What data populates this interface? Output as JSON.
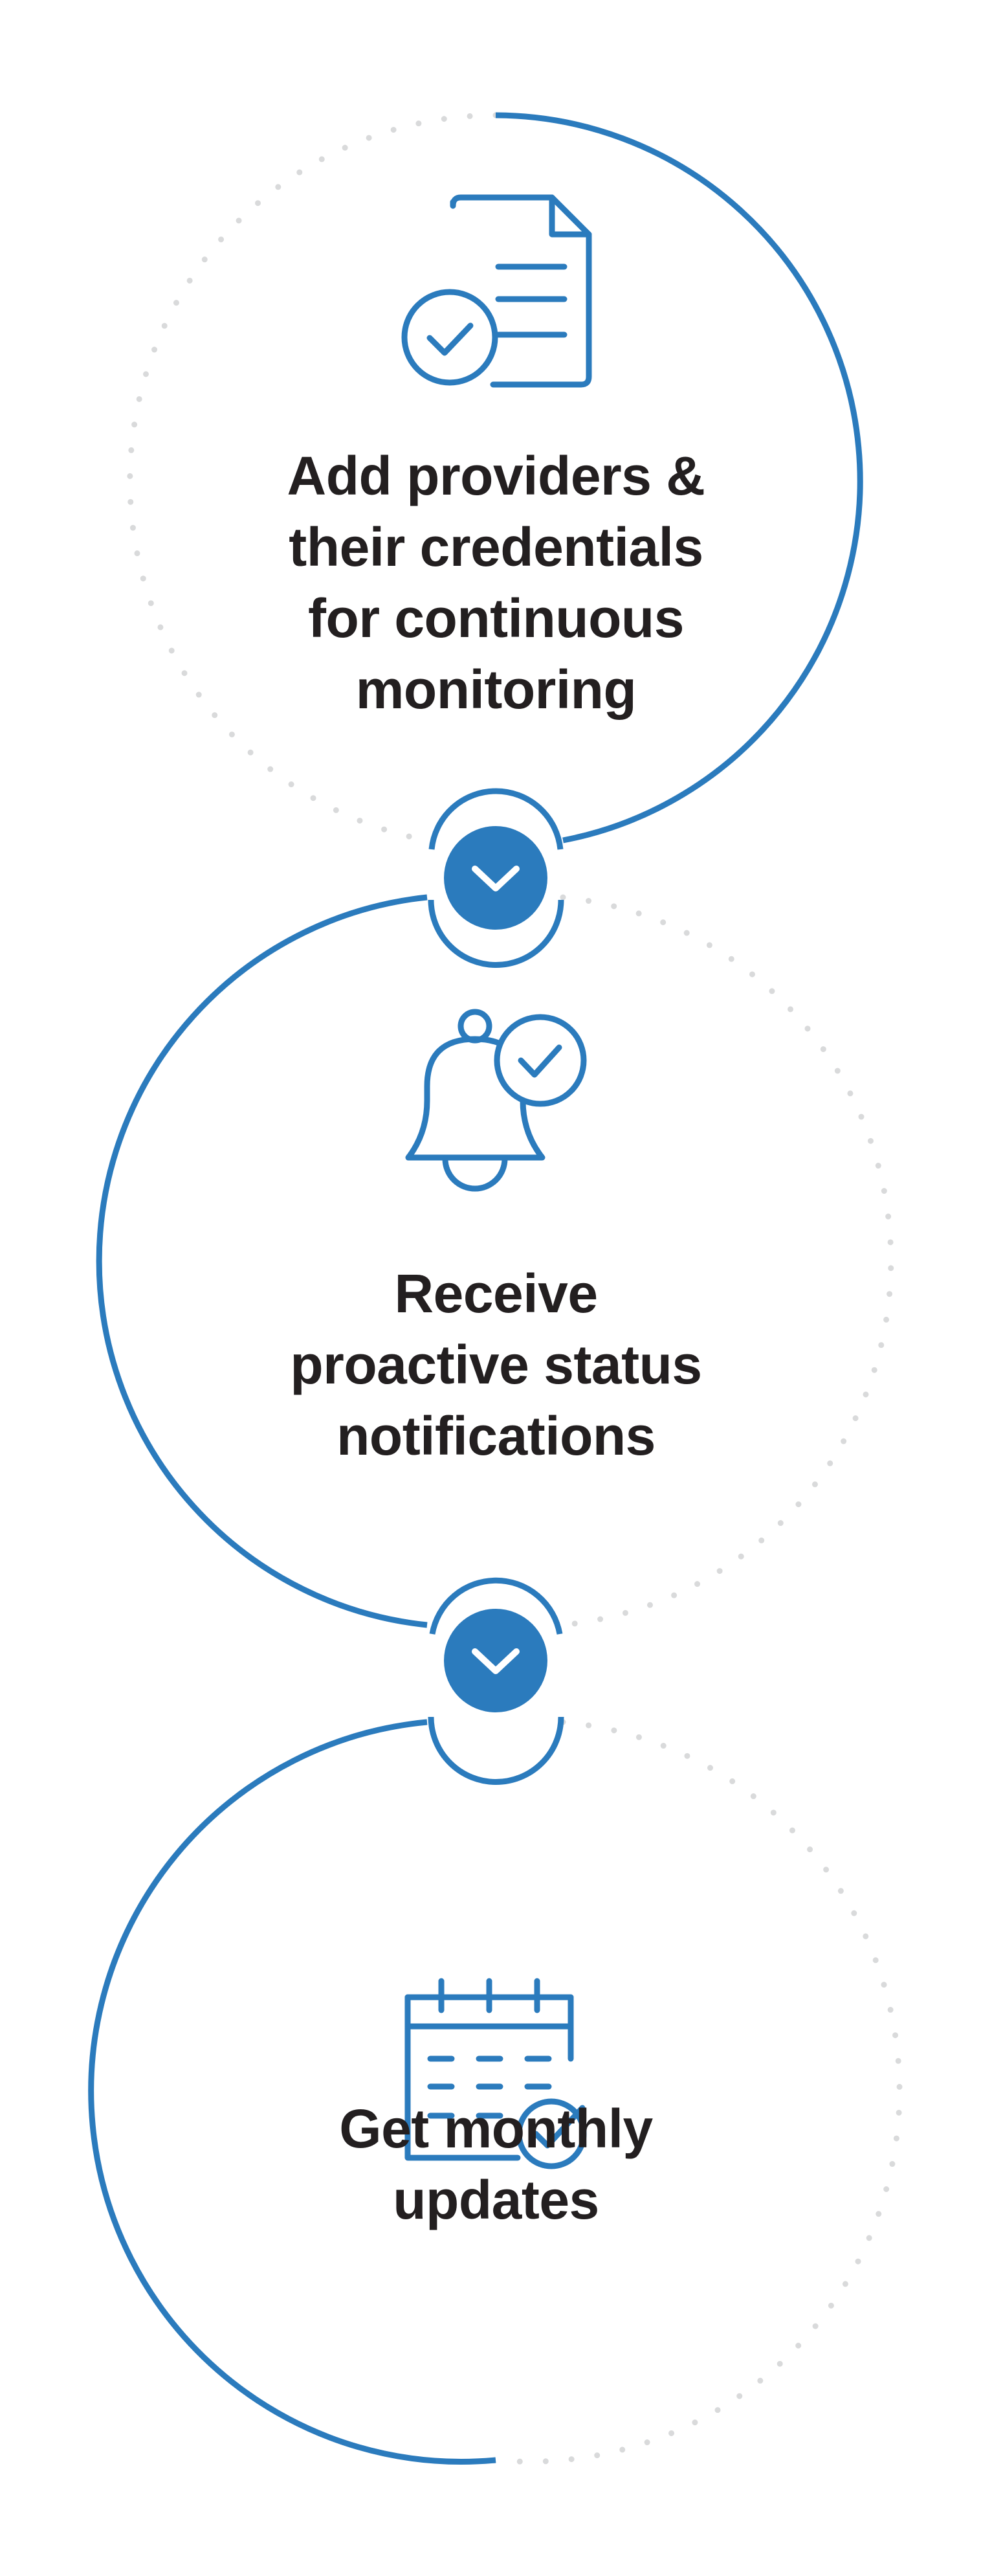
{
  "colors": {
    "accent": "#2b7bbd",
    "dots": "#d9dadb",
    "text": "#231f20",
    "background": "#ffffff"
  },
  "steps": [
    {
      "icon": "document-check-icon",
      "lines": [
        "Add providers &",
        "their credentials",
        "for continuous",
        "monitoring"
      ]
    },
    {
      "icon": "bell-check-icon",
      "lines": [
        "Receive",
        "proactive status",
        "notifications"
      ]
    },
    {
      "icon": "calendar-check-icon",
      "lines": [
        "Get monthly",
        "updates"
      ]
    }
  ],
  "connectors": [
    {
      "icon": "chevron-down-icon"
    },
    {
      "icon": "chevron-down-icon"
    }
  ]
}
